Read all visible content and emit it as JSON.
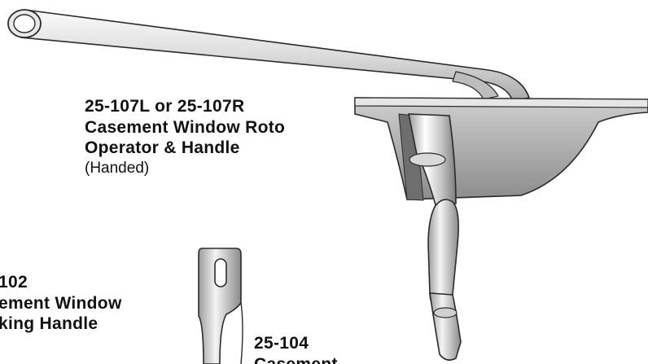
{
  "products": {
    "roto_operator": {
      "part_number": "25-107L or 25-107R",
      "name_line1": "Casement Window Roto",
      "name_line2": "Operator & Handle",
      "note": "(Handed)"
    },
    "locking_handle": {
      "part_number": "102",
      "name_line1": "ement Window",
      "name_line2": "king Handle"
    },
    "part_104": {
      "part_number": "25-104",
      "name_line1": "Casement"
    }
  },
  "colors": {
    "metal_light": "#f2f2f2",
    "metal_mid": "#b8b8b8",
    "metal_dark": "#7a7a7a",
    "outline": "#2a2a2a",
    "text": "#111111"
  }
}
